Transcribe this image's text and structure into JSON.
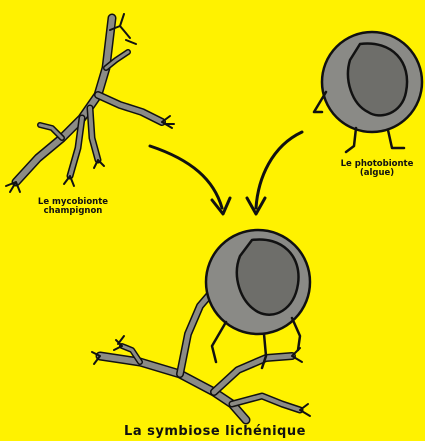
{
  "diagram": {
    "mycobiont_label": "Le mycobionte\nchampignon",
    "photobiont_label": "Le photobionte\n(algue)",
    "title": "La symbiose lichénique"
  },
  "colors": {
    "background": "#FFF200",
    "hyphae": "#8B8B85",
    "cell_outer": "#8A8A86",
    "cell_inner": "#6E6E6A",
    "outline": "#111111"
  }
}
